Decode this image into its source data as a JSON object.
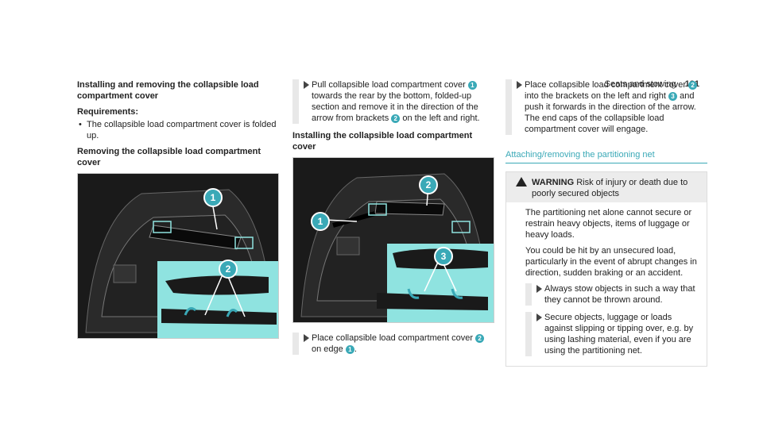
{
  "header": {
    "section": "Seats and stowing",
    "page": "121"
  },
  "col1": {
    "heading1": "Installing and removing the collapsible load compartment cover",
    "req_label": "Requirements:",
    "req_item": "The collapsible load compartment cover is folded up.",
    "heading2": "Removing the collapsible load compartment cover"
  },
  "col2": {
    "step1_a": "Pull collapsible load compartment cover",
    "step1_n1": "1",
    "step1_b": "towards the rear by the bottom, folded-up section and remove it in the direction of the arrow from brackets",
    "step1_n2": "2",
    "step1_c": "on the left and right.",
    "heading": "Installing the collapsible load compartment cover",
    "step2_a": "Place collapsible load compartment cover",
    "step2_n2": "2",
    "step2_b": "on edge",
    "step2_n1": "1",
    "step2_c": "."
  },
  "col3": {
    "step_a": "Place collapsible load compartment cover",
    "step_n2": "2",
    "step_b": "into the brackets on the left and right",
    "step_n3": "3",
    "step_c": "and push it forwards in the direction of the arrow. The end caps of the collapsible load compartment cover will engage.",
    "section": "Attaching/removing the partitioning net",
    "warn_label": "WARNING",
    "warn_title": "Risk of injury or death due to poorly secured objects",
    "warn_p1": "The partitioning net alone cannot secure or restrain heavy objects, items of luggage or heavy loads.",
    "warn_p2": "You could be hit by an unsecured load, particularly in the event of abrupt changes in direction, sudden braking or an accident.",
    "warn_s1": "Always stow objects in such a way that they cannot be thrown around.",
    "warn_s2": "Secure objects, luggage or loads against slipping or tipping over, e.g. by using lashing material, even if you are using the partitioning net."
  },
  "figures": {
    "fig1_labels": [
      "1",
      "2"
    ],
    "fig2_labels": [
      "1",
      "2",
      "3"
    ]
  },
  "colors": {
    "accent": "#3aa9b7",
    "highlight": "#8fe3e0"
  }
}
